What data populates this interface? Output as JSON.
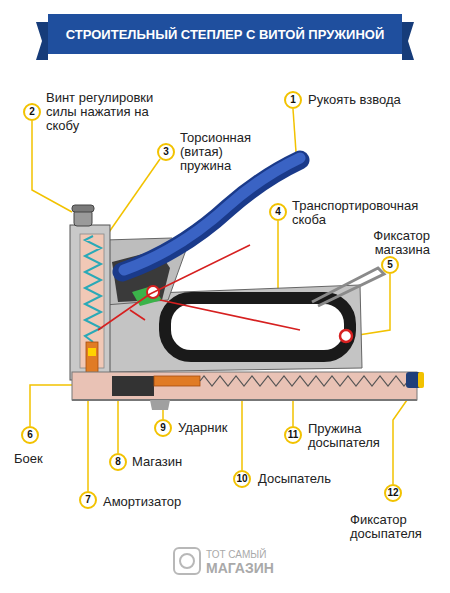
{
  "diagram": {
    "title": "СТРОИТЕЛЬНЫЙ СТЕПЛЕР С ВИТОЙ ПРУЖИНОЙ",
    "nodes": [
      {
        "text": [
          "1",
          "Рукоять взвода"
        ]
      },
      {
        "text": [
          "2",
          "Винт регулировки силы нажатия на скобу"
        ]
      },
      {
        "text": [
          "3",
          "Торсионная (витая) пружина"
        ]
      },
      {
        "text": [
          "4",
          "Транспортировочная скоба"
        ]
      },
      {
        "text": [
          "5",
          "Фиксатор магазина"
        ]
      },
      {
        "text": [
          "6",
          "Боек"
        ]
      },
      {
        "text": [
          "9",
          "Ударник"
        ]
      },
      {
        "text": [
          "11",
          "Пружина досыпателя"
        ]
      },
      {
        "text": [
          "8",
          "Магазин"
        ]
      },
      {
        "text": [
          "10",
          "Досыпатель"
        ]
      },
      {
        "text": [
          "12",
          "Фиксатор досыпателя"
        ]
      },
      {
        "text": [
          "7",
          "Амортизатор"
        ]
      }
    ],
    "labels": [
      "ТОТ САМЫЙ",
      "МАГАЗИН"
    ]
  }
}
